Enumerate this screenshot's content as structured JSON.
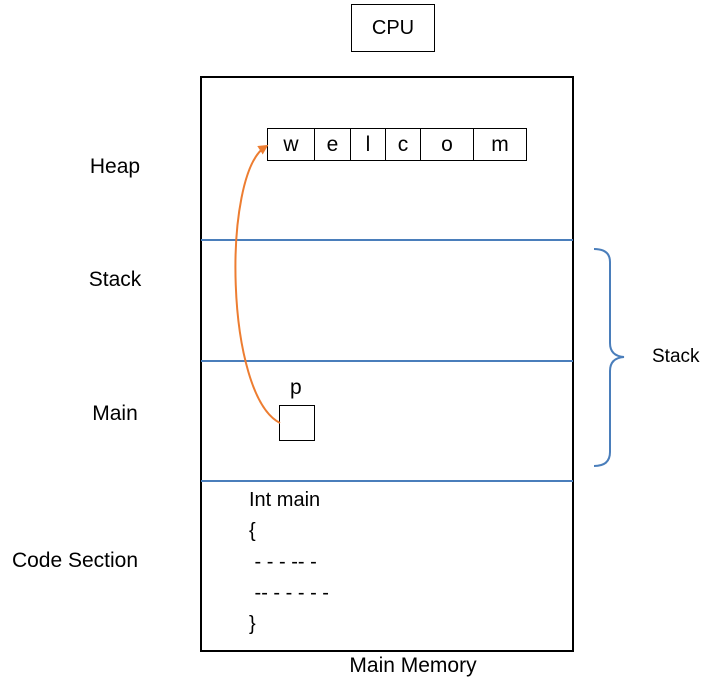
{
  "cpu": {
    "label": "CPU"
  },
  "memory": {
    "caption": "Main Memory",
    "sections": {
      "heap": "Heap",
      "stack": "Stack",
      "main": "Main",
      "code": "Code Section"
    },
    "heap_string": [
      "w",
      "e",
      "l",
      "c",
      "o",
      "m"
    ],
    "pointer_label": "p",
    "code_lines": [
      "Int main",
      "{",
      " - - - -- -",
      " -- - - - - -",
      "}"
    ]
  },
  "brace": {
    "label": "Stack"
  },
  "colors": {
    "divider": "#4a7ebb",
    "arrow": "#ed7d31",
    "brace": "#4a7ebb"
  }
}
